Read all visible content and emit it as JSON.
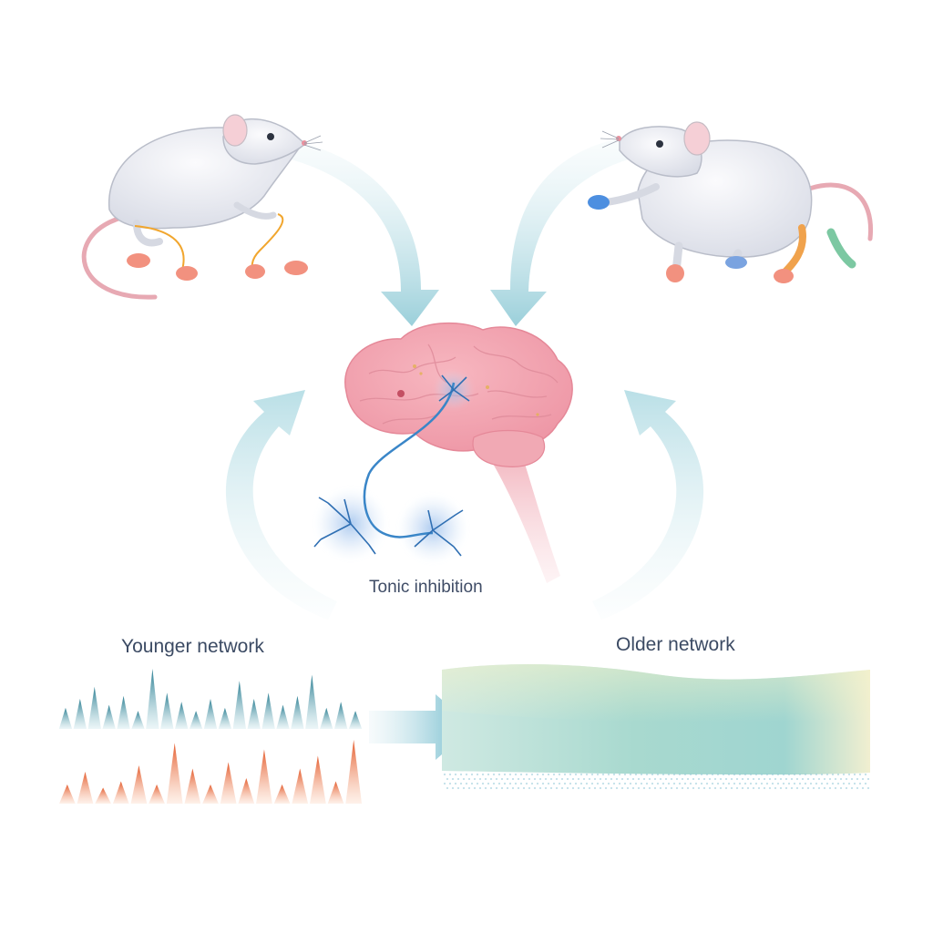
{
  "labels": {
    "tonic_inhibition": "Tonic inhibition",
    "younger_network": "Younger network",
    "older_network": "Older network"
  },
  "colors": {
    "background": "#ffffff",
    "arrow": "#8fcad6",
    "brain": "#f3a9b4",
    "neuron": "#3a86c8",
    "spikes_blue": "#2f7f96",
    "spikes_orange": "#e8683a",
    "older_field": "#9ed6cf",
    "text": "#3b4a63"
  },
  "figures": {
    "left_rat": "rat-icon",
    "right_rat": "rat-icon",
    "brain": "brain-icon",
    "neurons": "neuron-icon"
  },
  "younger_network": {
    "blue_spike_heights": [
      0.35,
      0.5,
      0.7,
      0.4,
      0.55,
      0.3,
      1.0,
      0.6,
      0.45,
      0.3,
      0.5,
      0.35,
      0.8,
      0.5,
      0.6,
      0.4,
      0.55,
      0.9,
      0.35,
      0.45,
      0.3
    ],
    "orange_spike_heights": [
      0.3,
      0.5,
      0.25,
      0.35,
      0.6,
      0.3,
      0.95,
      0.55,
      0.3,
      0.65,
      0.4,
      0.85,
      0.3,
      0.55,
      0.75,
      0.35,
      1.0
    ]
  }
}
